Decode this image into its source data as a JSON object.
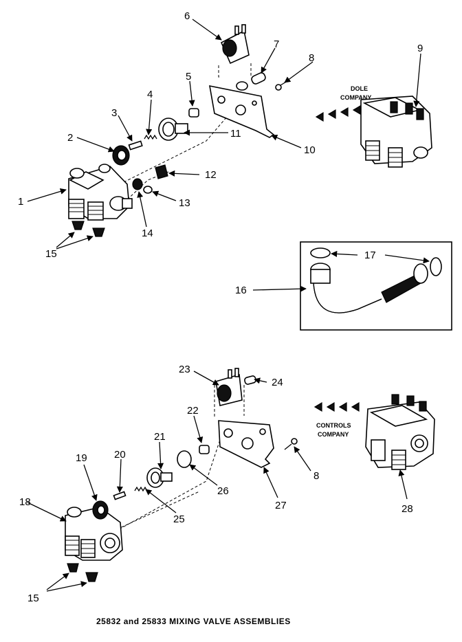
{
  "caption": "25832 and 25833 MIXING VALVE ASSEMBLIES",
  "brands": {
    "dole_line1": "DOLE",
    "dole_line2": "COMPANY",
    "controls_line1": "CONTROLS",
    "controls_line2": "COMPANY"
  },
  "callouts": {
    "c1": "1",
    "c2": "2",
    "c3": "3",
    "c4": "4",
    "c5": "5",
    "c6": "6",
    "c7": "7",
    "c8a": "8",
    "c8b": "8",
    "c9": "9",
    "c10": "10",
    "c11": "11",
    "c12": "12",
    "c13": "13",
    "c14": "14",
    "c15a": "15",
    "c15b": "15",
    "c16": "16",
    "c17": "17",
    "c18": "18",
    "c19": "19",
    "c20": "20",
    "c21": "21",
    "c22": "22",
    "c23": "23",
    "c24": "24",
    "c25": "25",
    "c26": "26",
    "c27": "27",
    "c28": "28"
  }
}
